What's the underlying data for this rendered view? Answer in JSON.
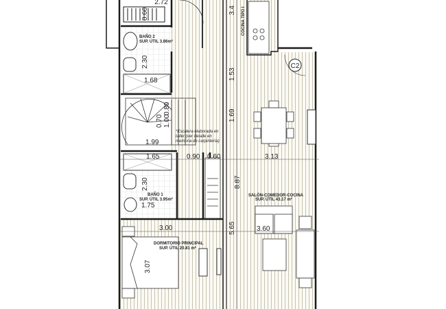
{
  "plan": {
    "rooms": {
      "bath2": {
        "name": "BAÑO 2",
        "area": "SUP. ÚTIL 3.86m²"
      },
      "bath1": {
        "name": "BAÑO 1",
        "area": "SUP. ÚTIL 3.95m²"
      },
      "kitchen": {
        "name": "COCINA TIPO I"
      },
      "living": {
        "name": "SALÓN-COMEDOR-COCINA",
        "area": "SUP. ÚTIL 43.17 m²"
      },
      "bedroom": {
        "name": "DORMITORIO PRINCIPAL",
        "area": "SUP. ÚTIL 20.81 m²"
      }
    },
    "door_tag": "C2",
    "stair_note": [
      "*Escalera elaborada en",
      "taller (ver detalle en",
      "memoria de carpintería)"
    ],
    "dimensions": {
      "top_closet": "2.72",
      "closet_depth": "0.60",
      "bath2_h": "2.30",
      "shower2_w": "1.68",
      "top_right": "3.4",
      "d153": "1.53",
      "d169": "1.69",
      "stair_a": "0.80",
      "stair_b": "1.00",
      "stair_c": "0.70",
      "stair_w": "1.99",
      "shower1_w": "1.65",
      "door_w": "0.90",
      "duct_w": "0.60",
      "living_w": "3.13",
      "total_h": "8.87",
      "bath1_h": "2.30",
      "bath1_w": "1.75",
      "bedroom_w": "3.00",
      "d565": "5.65",
      "sofa_w": "3.60",
      "bedroom_h": "3.07"
    },
    "colors": {
      "wall": "#1a1a1a",
      "floor_hatch": "#c8c2ae",
      "tile": "#bbbbbb"
    }
  }
}
